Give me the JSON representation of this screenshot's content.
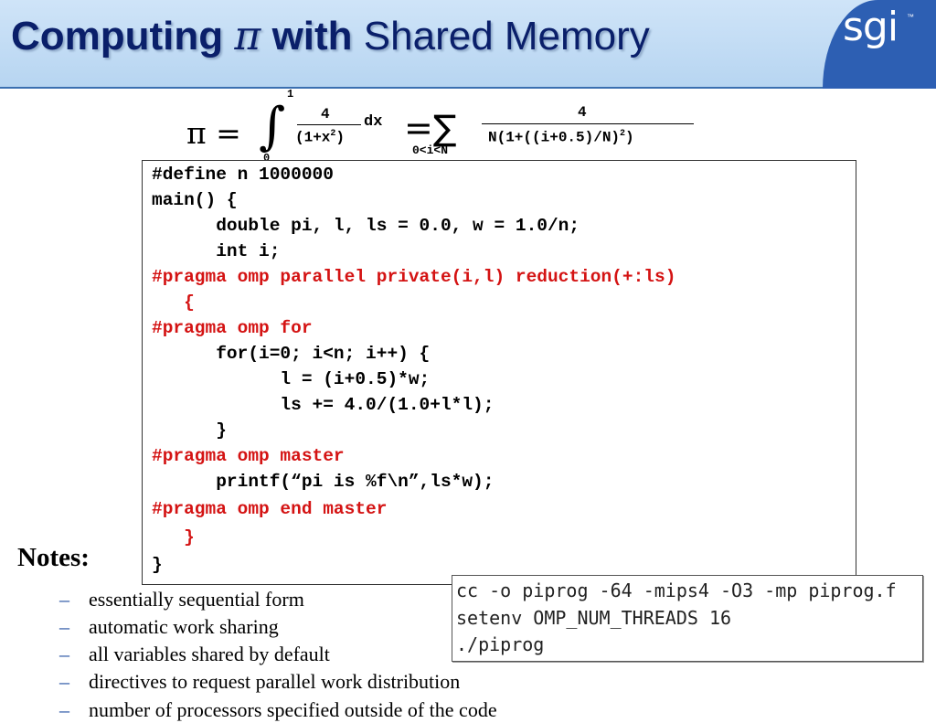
{
  "header": {
    "title_bold_1": "Computing",
    "title_pi": "π",
    "title_bold_2": "with",
    "title_rest": "Shared Memory",
    "logo_text": "sgi",
    "logo_tm": "™"
  },
  "equation": {
    "pi": "π =",
    "integral": "∫",
    "upper": "1",
    "lower": "0",
    "num1": "4",
    "den1": "(1+x",
    "den1_exp": "2",
    "den1_close": ")",
    "dx": "dx",
    "equals_sum": "=∑",
    "sum_range": "0<i<N",
    "num2": "4",
    "den2": "N(1+((i+0.5)/N)",
    "den2_exp": "2",
    "den2_close": ")"
  },
  "code": {
    "lines": [
      {
        "text": "#define n 1000000",
        "style": "normal"
      },
      {
        "text": "main() {",
        "style": "normal"
      },
      {
        "text": "      double pi, l, ls = 0.0, w = 1.0/n;",
        "style": "normal"
      },
      {
        "text": "      int i;",
        "style": "normal"
      },
      {
        "text": "#pragma omp parallel private(i,l) reduction(+:ls)",
        "style": "red"
      },
      {
        "text": "   {",
        "style": "red"
      },
      {
        "text": "#pragma omp for",
        "style": "red"
      },
      {
        "text": "      for(i=0; i<n; i++) {",
        "style": "normal"
      },
      {
        "text": "            l = (i+0.5)*w;",
        "style": "normal"
      },
      {
        "text": "            ls += 4.0/(1.0+l*l);",
        "style": "normal"
      },
      {
        "text": "      }",
        "style": "normal"
      },
      {
        "text": "#pragma omp master",
        "style": "red"
      },
      {
        "text": "      printf(“pi is %f\\n”,ls*w);",
        "style": "normal"
      },
      {
        "text": "#pragma omp end master",
        "style": "red"
      },
      {
        "text": "   }",
        "style": "red"
      },
      {
        "text": "}",
        "style": "normal"
      }
    ]
  },
  "notes": {
    "title": "Notes:",
    "dash": "–",
    "items": [
      "essentially sequential form",
      "automatic work sharing",
      "all variables shared by default",
      "directives to request parallel work distribution",
      "number of processors specified outside of the code"
    ]
  },
  "commands": {
    "lines": [
      "cc -o piprog -64 -mips4 -O3 -mp piprog.f",
      "setenv OMP_NUM_THREADS 16",
      "./piprog"
    ]
  },
  "colors": {
    "header_bg": "#b7d5f1",
    "title_text": "#0a1f6a",
    "logo_bg": "#2d5fb3",
    "pragma_red": "#d41313"
  }
}
